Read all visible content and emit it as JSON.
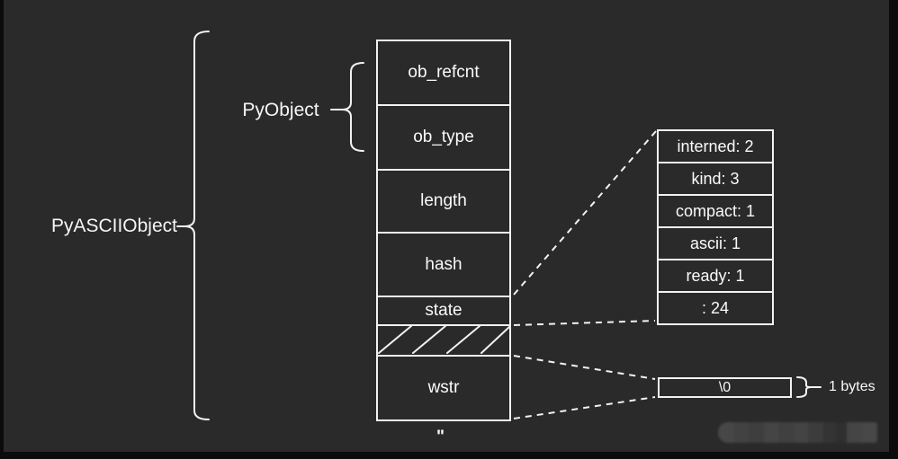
{
  "colors": {
    "canvas_bg": "#2a2a2a",
    "frame": "#0b0b0b",
    "stroke": "#f2f2f2",
    "text": "#fafafa"
  },
  "labels": {
    "outer_struct": "PyASCIIObject",
    "inner_struct": "PyObject",
    "buffer_value": "\\0",
    "buffer_size": "1 bytes",
    "string_literal": "\""
  },
  "struct_fields": [
    "ob_refcnt",
    "ob_type",
    "length",
    "hash",
    "state",
    "wstr"
  ],
  "state_bits": [
    "interned: 2",
    "kind: 3",
    "compact: 1",
    "ascii: 1",
    "ready: 1",
    ": 24"
  ]
}
